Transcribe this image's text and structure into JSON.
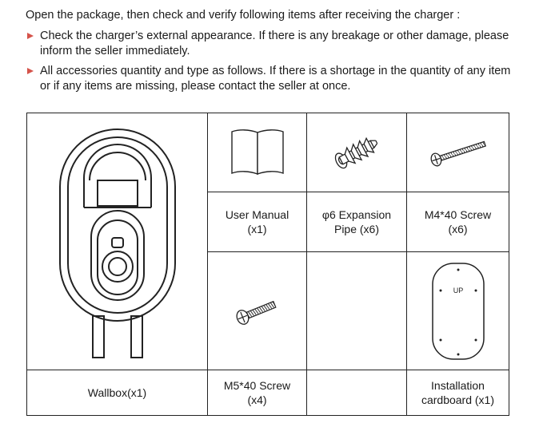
{
  "intro": "Open the package, then check and verify following items after receiving the charger :",
  "bullets": [
    {
      "line1": "Check the charger’s external appearance. If there is any breakage or other damage, please",
      "line2": "inform the seller immediately."
    },
    {
      "line1": "All accessories quantity and type as follows. If there is a shortage in the quantity of any item",
      "line2": "or if any items are missing, please contact the seller at once."
    }
  ],
  "items": {
    "wallbox": {
      "name": "Wallbox(x1)",
      "icon": "wallbox-charger-icon"
    },
    "user_manual": {
      "name": "User Manual",
      "qty": "(x1)",
      "icon": "manual-book-icon"
    },
    "expansion_pipe": {
      "name": "φ6 Expansion",
      "qty": "Pipe (x6)",
      "icon": "expansion-pipe-icon"
    },
    "m4_screw": {
      "name": "M4*40 Screw",
      "qty": "(x6)",
      "icon": "screw-icon"
    },
    "m5_screw": {
      "name": "M5*40 Screw",
      "qty": "(x4)",
      "icon": "screw-icon"
    },
    "cardboard": {
      "name": "Installation",
      "qty": "cardboard (x1)",
      "icon": "installation-cardboard-icon",
      "label": "UP"
    }
  }
}
